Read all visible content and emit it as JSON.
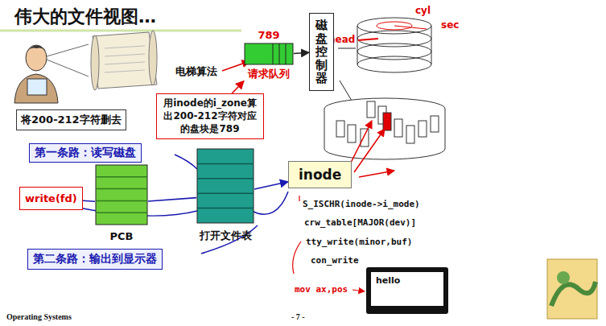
{
  "diagram": {
    "title": "伟大的文件视图…",
    "nodes": [
      {
        "text": [
          "将200-212字符删去"
        ]
      },
      {
        "text": [
          "789",
          "请求队列"
        ]
      },
      {
        "text": [
          "磁盘控制器"
        ]
      },
      {
        "text": [
          "用inode的i_zone算出200-212字符对应的盘块是789"
        ]
      },
      {
        "text": [
          "第一条路：读写磁盘"
        ]
      },
      {
        "text": [
          "write(fd)"
        ]
      },
      {
        "text": [
          "PCB"
        ]
      },
      {
        "text": [
          "打开文件表"
        ]
      },
      {
        "text": [
          "inode"
        ]
      },
      {
        "text": [
          "第二条路：输出到显示器"
        ]
      },
      {
        "text": [
          "hello"
        ]
      }
    ],
    "edges": [
      {
        "from": 5,
        "to": 6,
        "arrow": "none"
      },
      {
        "from": 6,
        "to": 7,
        "arrow": "none"
      },
      {
        "from": 7,
        "to": 8,
        "arrow": "to"
      },
      {
        "from": 3,
        "to": 1,
        "arrow": "to"
      },
      {
        "from": 1,
        "to": 2,
        "arrow": "to"
      }
    ],
    "labels": [
      "电梯算法",
      "cyl",
      "sec",
      "head",
      "S_ISCHR(inode->i_mode)",
      "crw_table[MAJOR(dev)]",
      "tty_write(minor,buf)",
      "con_write",
      "mov ax,pos",
      "Operating Systems",
      "- 7 -"
    ]
  }
}
